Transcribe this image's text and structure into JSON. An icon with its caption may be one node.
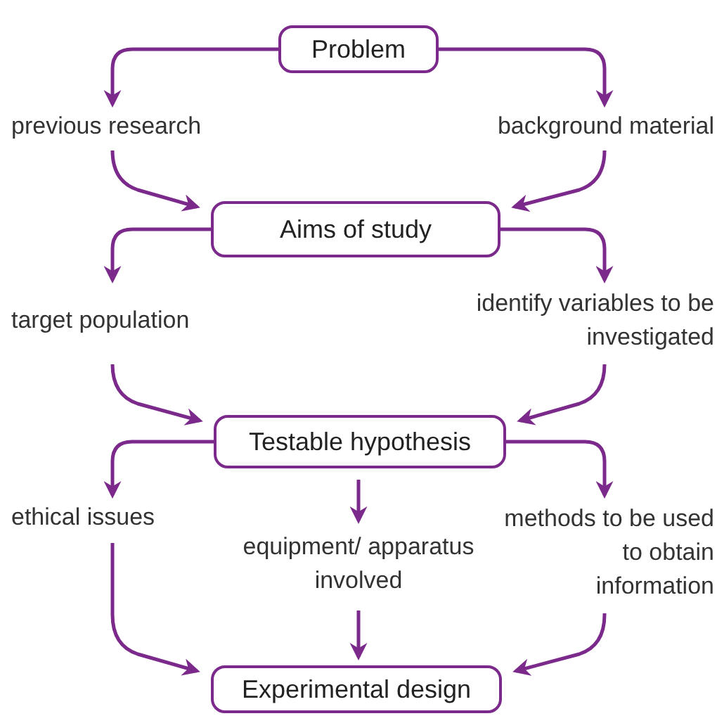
{
  "diagram": {
    "nodes": [
      {
        "text": [
          "Problem"
        ]
      },
      {
        "text": [
          "previous research"
        ]
      },
      {
        "text": [
          "background material"
        ]
      },
      {
        "text": [
          "Aims of study"
        ]
      },
      {
        "text": [
          "target population"
        ]
      },
      {
        "text": [
          "identify variables to be investigated"
        ]
      },
      {
        "text": [
          "Testable hypothesis"
        ]
      },
      {
        "text": [
          "ethical issues"
        ]
      },
      {
        "text": [
          "equipment/ apparatus involved"
        ]
      },
      {
        "text": [
          "methods to be used to obtain information"
        ]
      },
      {
        "text": [
          "Experimental design"
        ]
      }
    ],
    "edges": [
      {
        "from": 0,
        "to": 1,
        "arrow": "to"
      },
      {
        "from": 0,
        "to": 2,
        "arrow": "to"
      },
      {
        "from": 1,
        "to": 3,
        "arrow": "to"
      },
      {
        "from": 2,
        "to": 3,
        "arrow": "to"
      },
      {
        "from": 3,
        "to": 4,
        "arrow": "to"
      },
      {
        "from": 3,
        "to": 5,
        "arrow": "to"
      },
      {
        "from": 4,
        "to": 6,
        "arrow": "to"
      },
      {
        "from": 5,
        "to": 6,
        "arrow": "to"
      },
      {
        "from": 6,
        "to": 7,
        "arrow": "to"
      },
      {
        "from": 6,
        "to": 8,
        "arrow": "to"
      },
      {
        "from": 6,
        "to": 9,
        "arrow": "to"
      },
      {
        "from": 7,
        "to": 10,
        "arrow": "to"
      },
      {
        "from": 8,
        "to": 10,
        "arrow": "to"
      },
      {
        "from": 9,
        "to": 10,
        "arrow": "to"
      }
    ]
  }
}
